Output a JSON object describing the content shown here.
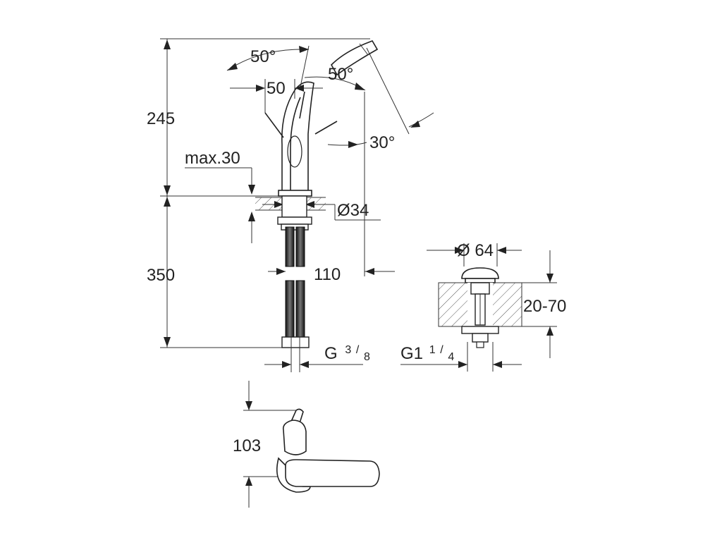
{
  "dimensions": {
    "angle_handle_left": "50°",
    "angle_handle_right": "50°",
    "handle_offset": "50",
    "angle_spout": "30°",
    "height_above_deck": "245",
    "max_deck": "max.30",
    "hole_diameter": "Ø34",
    "hose_length": "350",
    "projection": "110",
    "hose_thread_base": "G",
    "hose_thread_num": "3",
    "hose_thread_den": "8",
    "drain_diameter": "Ø 64",
    "drain_range": "20-70",
    "drain_thread_base": "G1",
    "drain_thread_num": "1",
    "drain_thread_den": "4",
    "top_view_height": "103"
  }
}
